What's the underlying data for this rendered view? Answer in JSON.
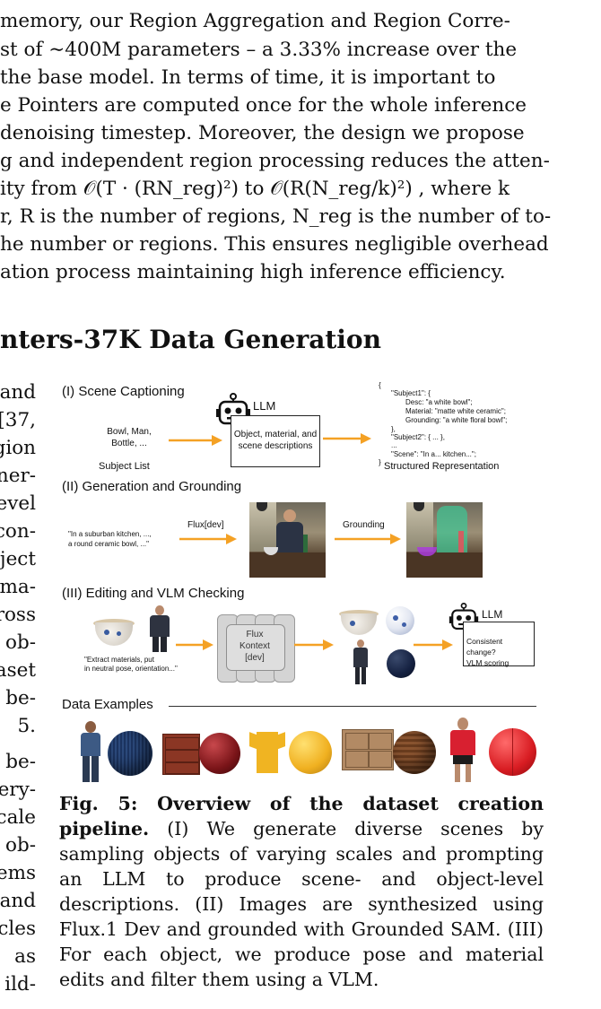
{
  "body_text": {
    "lines": [
      " memory, our Region Aggregation and Region Corre-",
      "st of ∼400M parameters – a 3.33% increase over the",
      " the base model. In terms of time, it is important to",
      "e Pointers are computed once for the whole inference",
      " denoising timestep. Moreover, the design we propose",
      "g and independent region processing reduces the atten-",
      "ity from 𝒪(T · (RN_reg)²) to 𝒪(R(N_reg/k)²) , where k",
      "r, R is the number of regions, N_reg is the number of to-",
      "he number or regions. This ensures negligible overhead",
      "ation process maintaining high inference efficiency."
    ]
  },
  "section": {
    "heading": "nters-37K Data Generation"
  },
  "left_column": {
    "fragments": [
      "and",
      "[37,",
      "gion",
      "ner-",
      "evel",
      "con-",
      "ject",
      "ma-",
      "ross",
      "ob-",
      "aset",
      "be-",
      "5.",
      "be-",
      "ery-",
      "cale",
      "ob-",
      "ems",
      "and",
      "cles",
      "as",
      "ild-"
    ]
  },
  "figure": {
    "stage1": {
      "title": "(I) Scene Captioning",
      "subjects": "Bowl, Man,\nBottle, ...",
      "subject_list_label": "Subject List",
      "llm_label": "LLM",
      "llm_box": "Object, material, and\nscene descriptions",
      "structured": [
        "{",
        "\"Subject1\": {",
        "Desc: \"a white bowl\";",
        "Material: \"matte white ceramic\";",
        "Grounding: \"a white floral bowl\";",
        "},",
        "\"Subject2\": { ... },",
        "...",
        "\"Scene\": \"In a... kitchen...\";",
        "}"
      ],
      "structured_label": "Structured Representation"
    },
    "stage2": {
      "title": "(II) Generation and Grounding",
      "prompt": "\"In a suburban kitchen, ...,\na round ceramic bowl, ...\"",
      "flux_label": "Flux[dev]",
      "grounding_label": "Grounding"
    },
    "stage3": {
      "title": "(III) Editing and VLM Checking",
      "prompt": "\"Extract materials, put\nin neutral pose, orientation...\"",
      "kontext_label": "Flux\nKontext\n[dev]",
      "llm_label": "LLM",
      "llm_box": "Consistent change?\nVLM scoring"
    },
    "examples_label": "Data Examples"
  },
  "caption": {
    "label": "Fig. 5: Overview of the dataset creation pipeline.",
    "text": " (I) We generate diverse scenes by sampling objects of varying scales and prompting an LLM to produce scene- and object-level descriptions. (II) Images are synthesized using Flux.1 Dev and grounded with Grounded SAM. (III) For each object, we produce pose and material edits and filter them using a VLM."
  },
  "colors": {
    "arrow": "#f4a124",
    "robot_outline": "#111111"
  }
}
